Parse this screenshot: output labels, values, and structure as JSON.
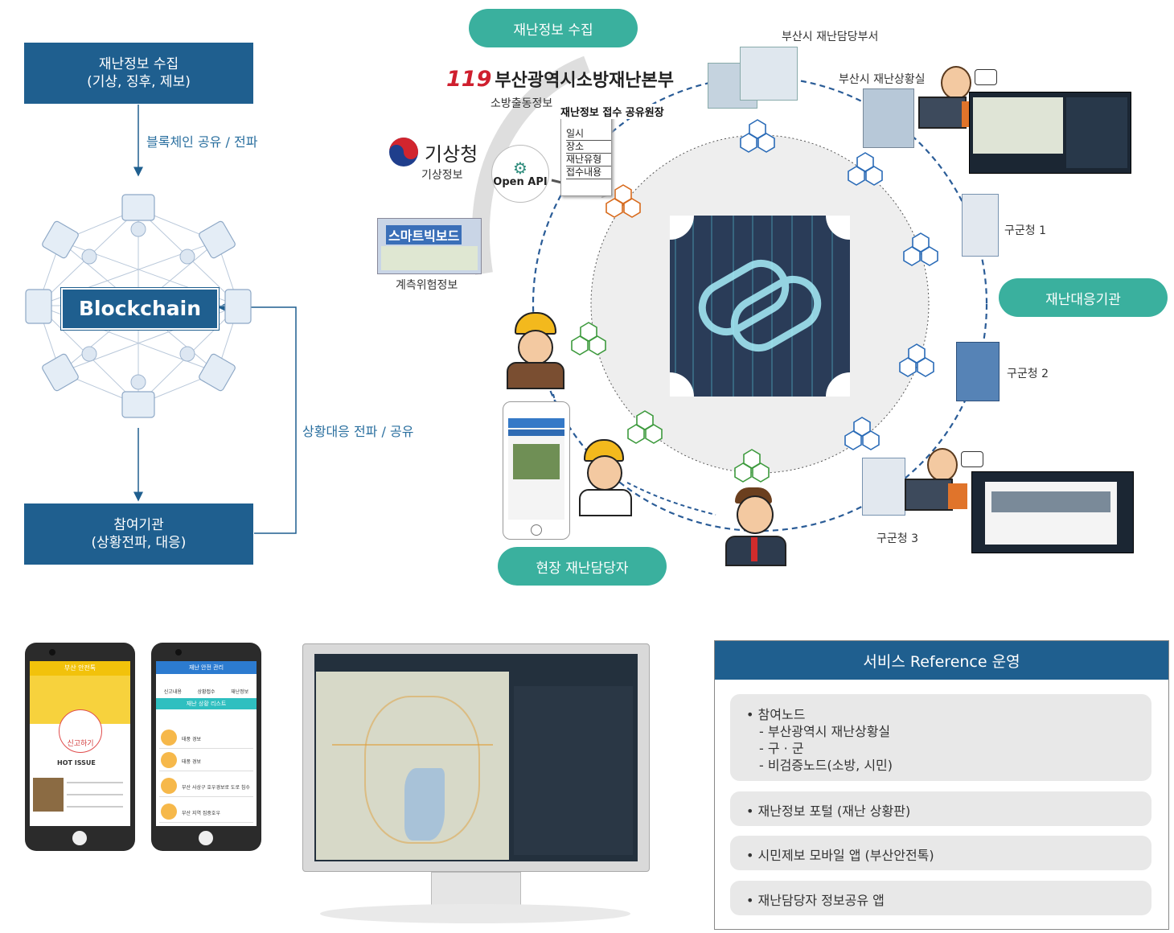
{
  "flow": {
    "top_box": {
      "line1": "재난정보 수집",
      "line2": "(기상, 징후, 제보)"
    },
    "share_label": "블록체인 공유 / 전파",
    "blockchain_label": "Blockchain",
    "response_label": "상황대응 전파 / 공유",
    "bottom_box": {
      "line1": "참여기관",
      "line2": "(상황전파, 대응)"
    }
  },
  "circle": {
    "collect_pill": "재난정보 수집",
    "fire_logo_number": "119",
    "fire_logo_text": "부산광역시소방재난본부",
    "fire_sub": "소방출동정보",
    "doc_title": "재난정보 접수 공유원장",
    "doc_items": [
      "일시",
      "장소",
      "재난유형",
      "접수내용"
    ],
    "kma_name": "기상청",
    "kma_sub": "기상정보",
    "openapi": "Open API",
    "smart_title": "스마트빅보드",
    "smart_sub": "계측위험정보",
    "dept_label": "부산시 재난담당부서",
    "room_label": "부산시 재난상황실",
    "gu1": "구군청 1",
    "gu2": "구군청 2",
    "gu3": "구군청 3",
    "agency_pill": "재난대응기관",
    "field_pill": "현장 재난담당자"
  },
  "apps": {
    "phone1": {
      "header": "부산 안전톡",
      "report": "신고하기",
      "hot": "HOT ISSUE"
    },
    "phone2": {
      "header": "재난 안전 관리",
      "tabs": [
        "신고내용",
        "상황접수",
        "재난정보"
      ],
      "list_title": "재난 상황 리스트",
      "rows": [
        "태풍 경보",
        "태풍 경보",
        "부산 사상구 호우경보로 도로 침수",
        "부산 지역 집중호우"
      ]
    }
  },
  "service": {
    "title": "서비스 Reference 운영",
    "items": [
      {
        "main": "참여노드",
        "subs": [
          "- 부산광역시 재난상황실",
          "- 구 · 군",
          "- 비검증노드(소방, 시민)"
        ]
      },
      {
        "main": "재난정보 포털 (재난 상황판)"
      },
      {
        "main": "시민제보 모바일 앱 (부산안전톡)"
      },
      {
        "main": "재난담당자 정보공유 앱"
      }
    ]
  },
  "colors": {
    "navy": "#1f5f8f",
    "teal": "#3ab09e",
    "link_blue": "#2a6f9f"
  }
}
